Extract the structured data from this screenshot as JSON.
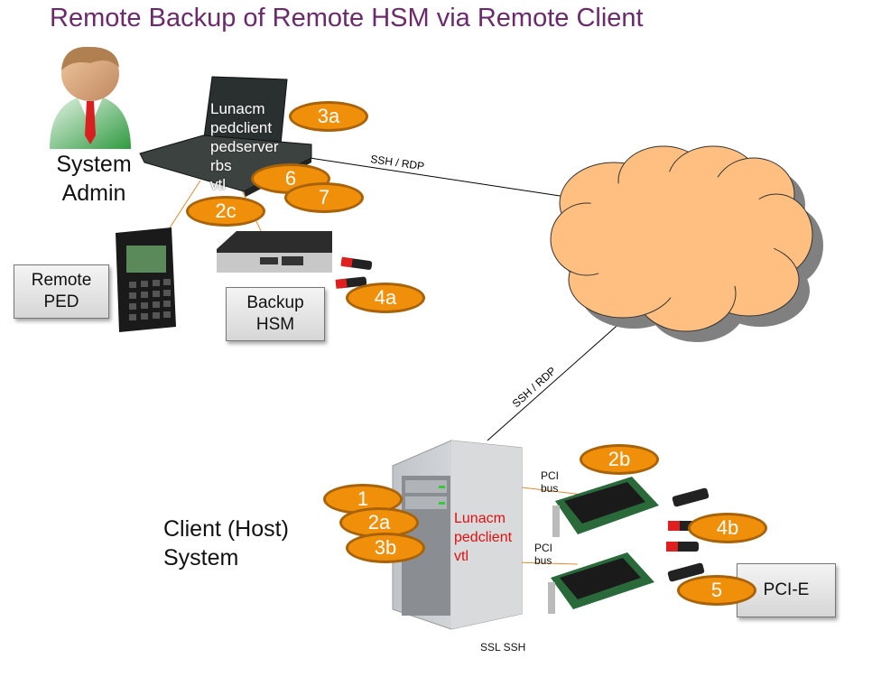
{
  "title": "Remote Backup of Remote HSM via Remote Client",
  "admin": {
    "label_line1": "System",
    "label_line2": "Admin"
  },
  "laptop": {
    "software": [
      "Lunacm",
      "pedclient",
      "pedserver",
      "rbs",
      "vtl"
    ]
  },
  "remote_ped": {
    "line1": "Remote",
    "line2": "PED"
  },
  "backup_hsm": {
    "line1": "Backup",
    "line2": "HSM"
  },
  "client": {
    "line1": "Client (Host)",
    "line2": "System",
    "software": [
      "Lunacm",
      "pedclient",
      "vtl"
    ]
  },
  "pcie": {
    "label": "PCI-E"
  },
  "links": {
    "laptop_cloud": "SSH / RDP",
    "cloud_server": "SSH / RDP",
    "bus1_line1": "PCI",
    "bus1_line2": "bus",
    "bus2_line1": "PCI",
    "bus2_line2": "bus",
    "footer": "SSL SSH"
  },
  "steps": {
    "s3a": "3a",
    "s6": "6",
    "s7": "7",
    "s2c": "2c",
    "s4a": "4a",
    "s2b": "2b",
    "s1": "1",
    "s2a": "2a",
    "s3b": "3b",
    "s4b": "4b",
    "s5": "5"
  },
  "colors": {
    "title": "#6b2a6b",
    "step_fill": "#f0900a",
    "step_stroke": "#a8630a",
    "cloud": "#ffbf80",
    "client_software": "#e01010"
  }
}
